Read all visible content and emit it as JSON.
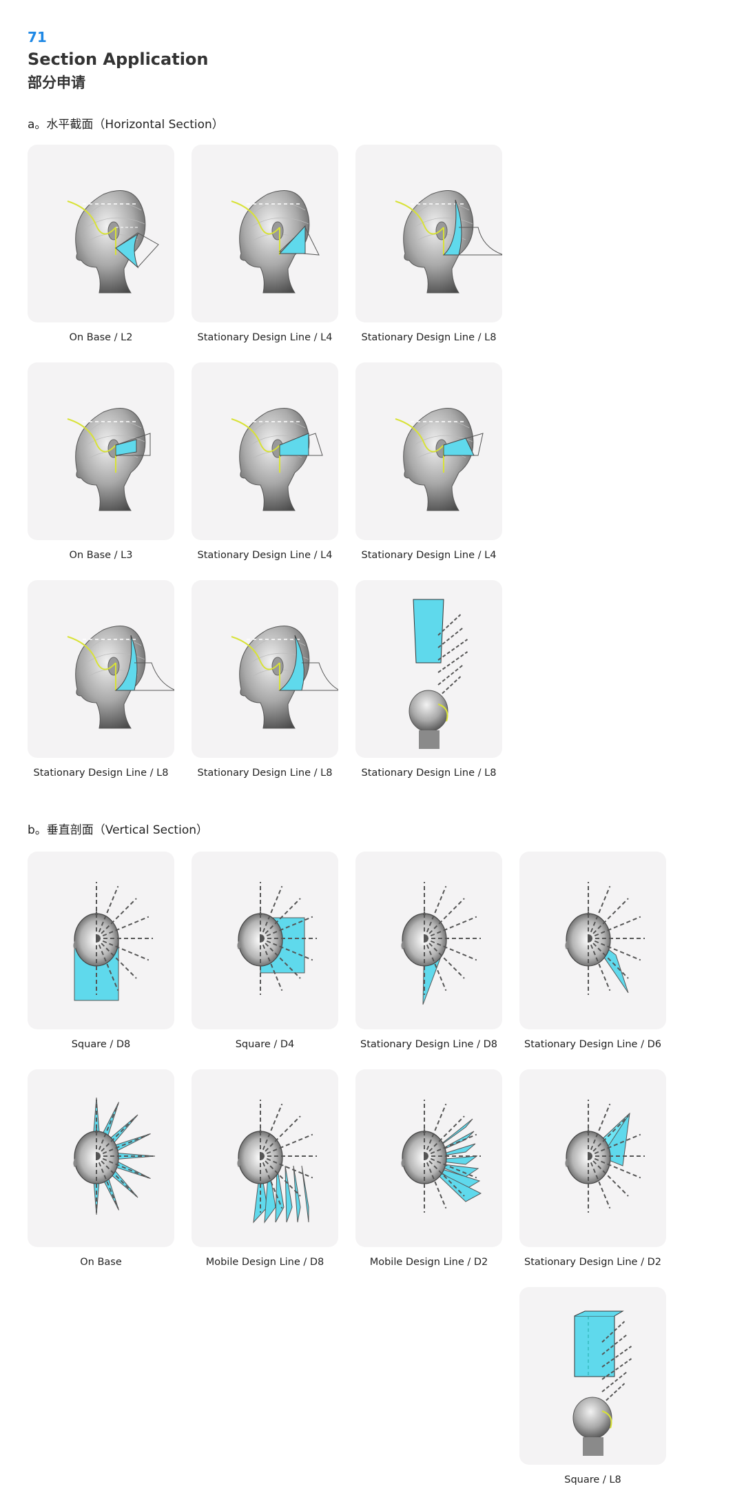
{
  "header": {
    "page_number": "71",
    "title_en": "Section Application",
    "title_cn": "部分申请"
  },
  "section_a": {
    "label": "a。水平截面（Horizontal Section）",
    "items": [
      {
        "caption": "On Base / L2",
        "icon": "side-head-diagram-icon"
      },
      {
        "caption": "Stationary Design Line / L4",
        "icon": "side-head-diagram-icon"
      },
      {
        "caption": "Stationary Design Line / L8",
        "icon": "side-head-diagram-icon"
      },
      {
        "caption": "On Base / L3",
        "icon": "side-head-diagram-icon"
      },
      {
        "caption": "Stationary Design Line / L4",
        "icon": "side-head-diagram-icon"
      },
      {
        "caption": "Stationary Design Line / L4",
        "icon": "side-head-diagram-icon"
      },
      {
        "caption": "Stationary Design Line / L8",
        "icon": "side-head-diagram-icon"
      },
      {
        "caption": "Stationary Design Line / L8",
        "icon": "side-head-diagram-icon"
      },
      {
        "caption": "Stationary Design Line / L8",
        "icon": "perspective-head-diagram-icon"
      }
    ]
  },
  "section_b": {
    "label": "b。垂直剖面（Vertical Section）",
    "items": [
      {
        "caption": "Square / D8",
        "icon": "top-head-diagram-icon"
      },
      {
        "caption": "Square / D4",
        "icon": "top-head-diagram-icon"
      },
      {
        "caption": "Stationary Design Line / D8",
        "icon": "top-head-diagram-icon"
      },
      {
        "caption": "Stationary Design Line / D6",
        "icon": "top-head-diagram-icon"
      },
      {
        "caption": "On Base",
        "icon": "top-head-diagram-icon"
      },
      {
        "caption": "Mobile Design Line / D8",
        "icon": "top-head-diagram-icon"
      },
      {
        "caption": "Mobile Design Line / D2",
        "icon": "top-head-diagram-icon"
      },
      {
        "caption": "Stationary Design Line / D2",
        "icon": "top-head-diagram-icon"
      },
      {
        "caption": "Square / L8",
        "icon": "perspective-head-diagram-icon"
      }
    ]
  },
  "colors": {
    "accent": "#1e88e5",
    "section_fill": "#5fd9ec",
    "card_bg": "#f4f3f4",
    "guide_line": "#d8e236"
  }
}
